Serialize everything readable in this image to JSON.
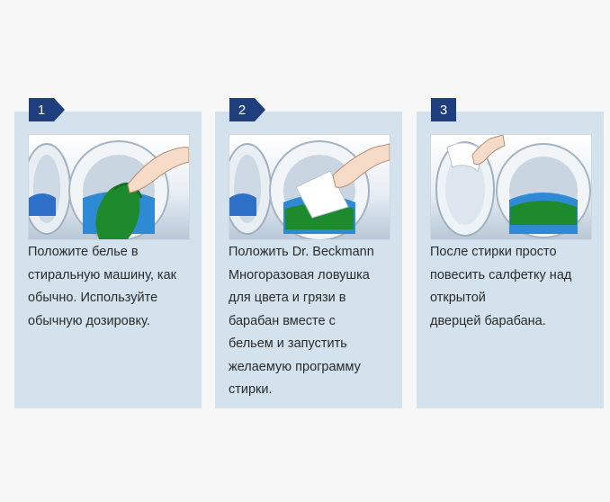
{
  "steps": [
    {
      "number": "1",
      "illustration": "hand-laundry-drum-icon",
      "lines": [
        "Положите белье в",
        "стиральную машину, как",
        "обычно. Используйте",
        "обычную дозировку."
      ]
    },
    {
      "number": "2",
      "illustration": "hand-sheet-drum-icon",
      "lines": [
        "Положить Dr. Beckmann",
        "Многоразовая ловушка",
        "для цвета и грязи в",
        "барабан вместе с",
        "бельем и запустить",
        "желаемую программу",
        "стирки."
      ]
    },
    {
      "number": "3",
      "illustration": "hand-sheet-open-door-icon",
      "lines": [
        "После стирки просто",
        "повесить салфетку над",
        "открытой",
        "дверцей барабана."
      ]
    }
  ],
  "colors": {
    "panel": "#d3e2ec",
    "badge": "#1e3e7d",
    "text": "#2b2b2b"
  }
}
